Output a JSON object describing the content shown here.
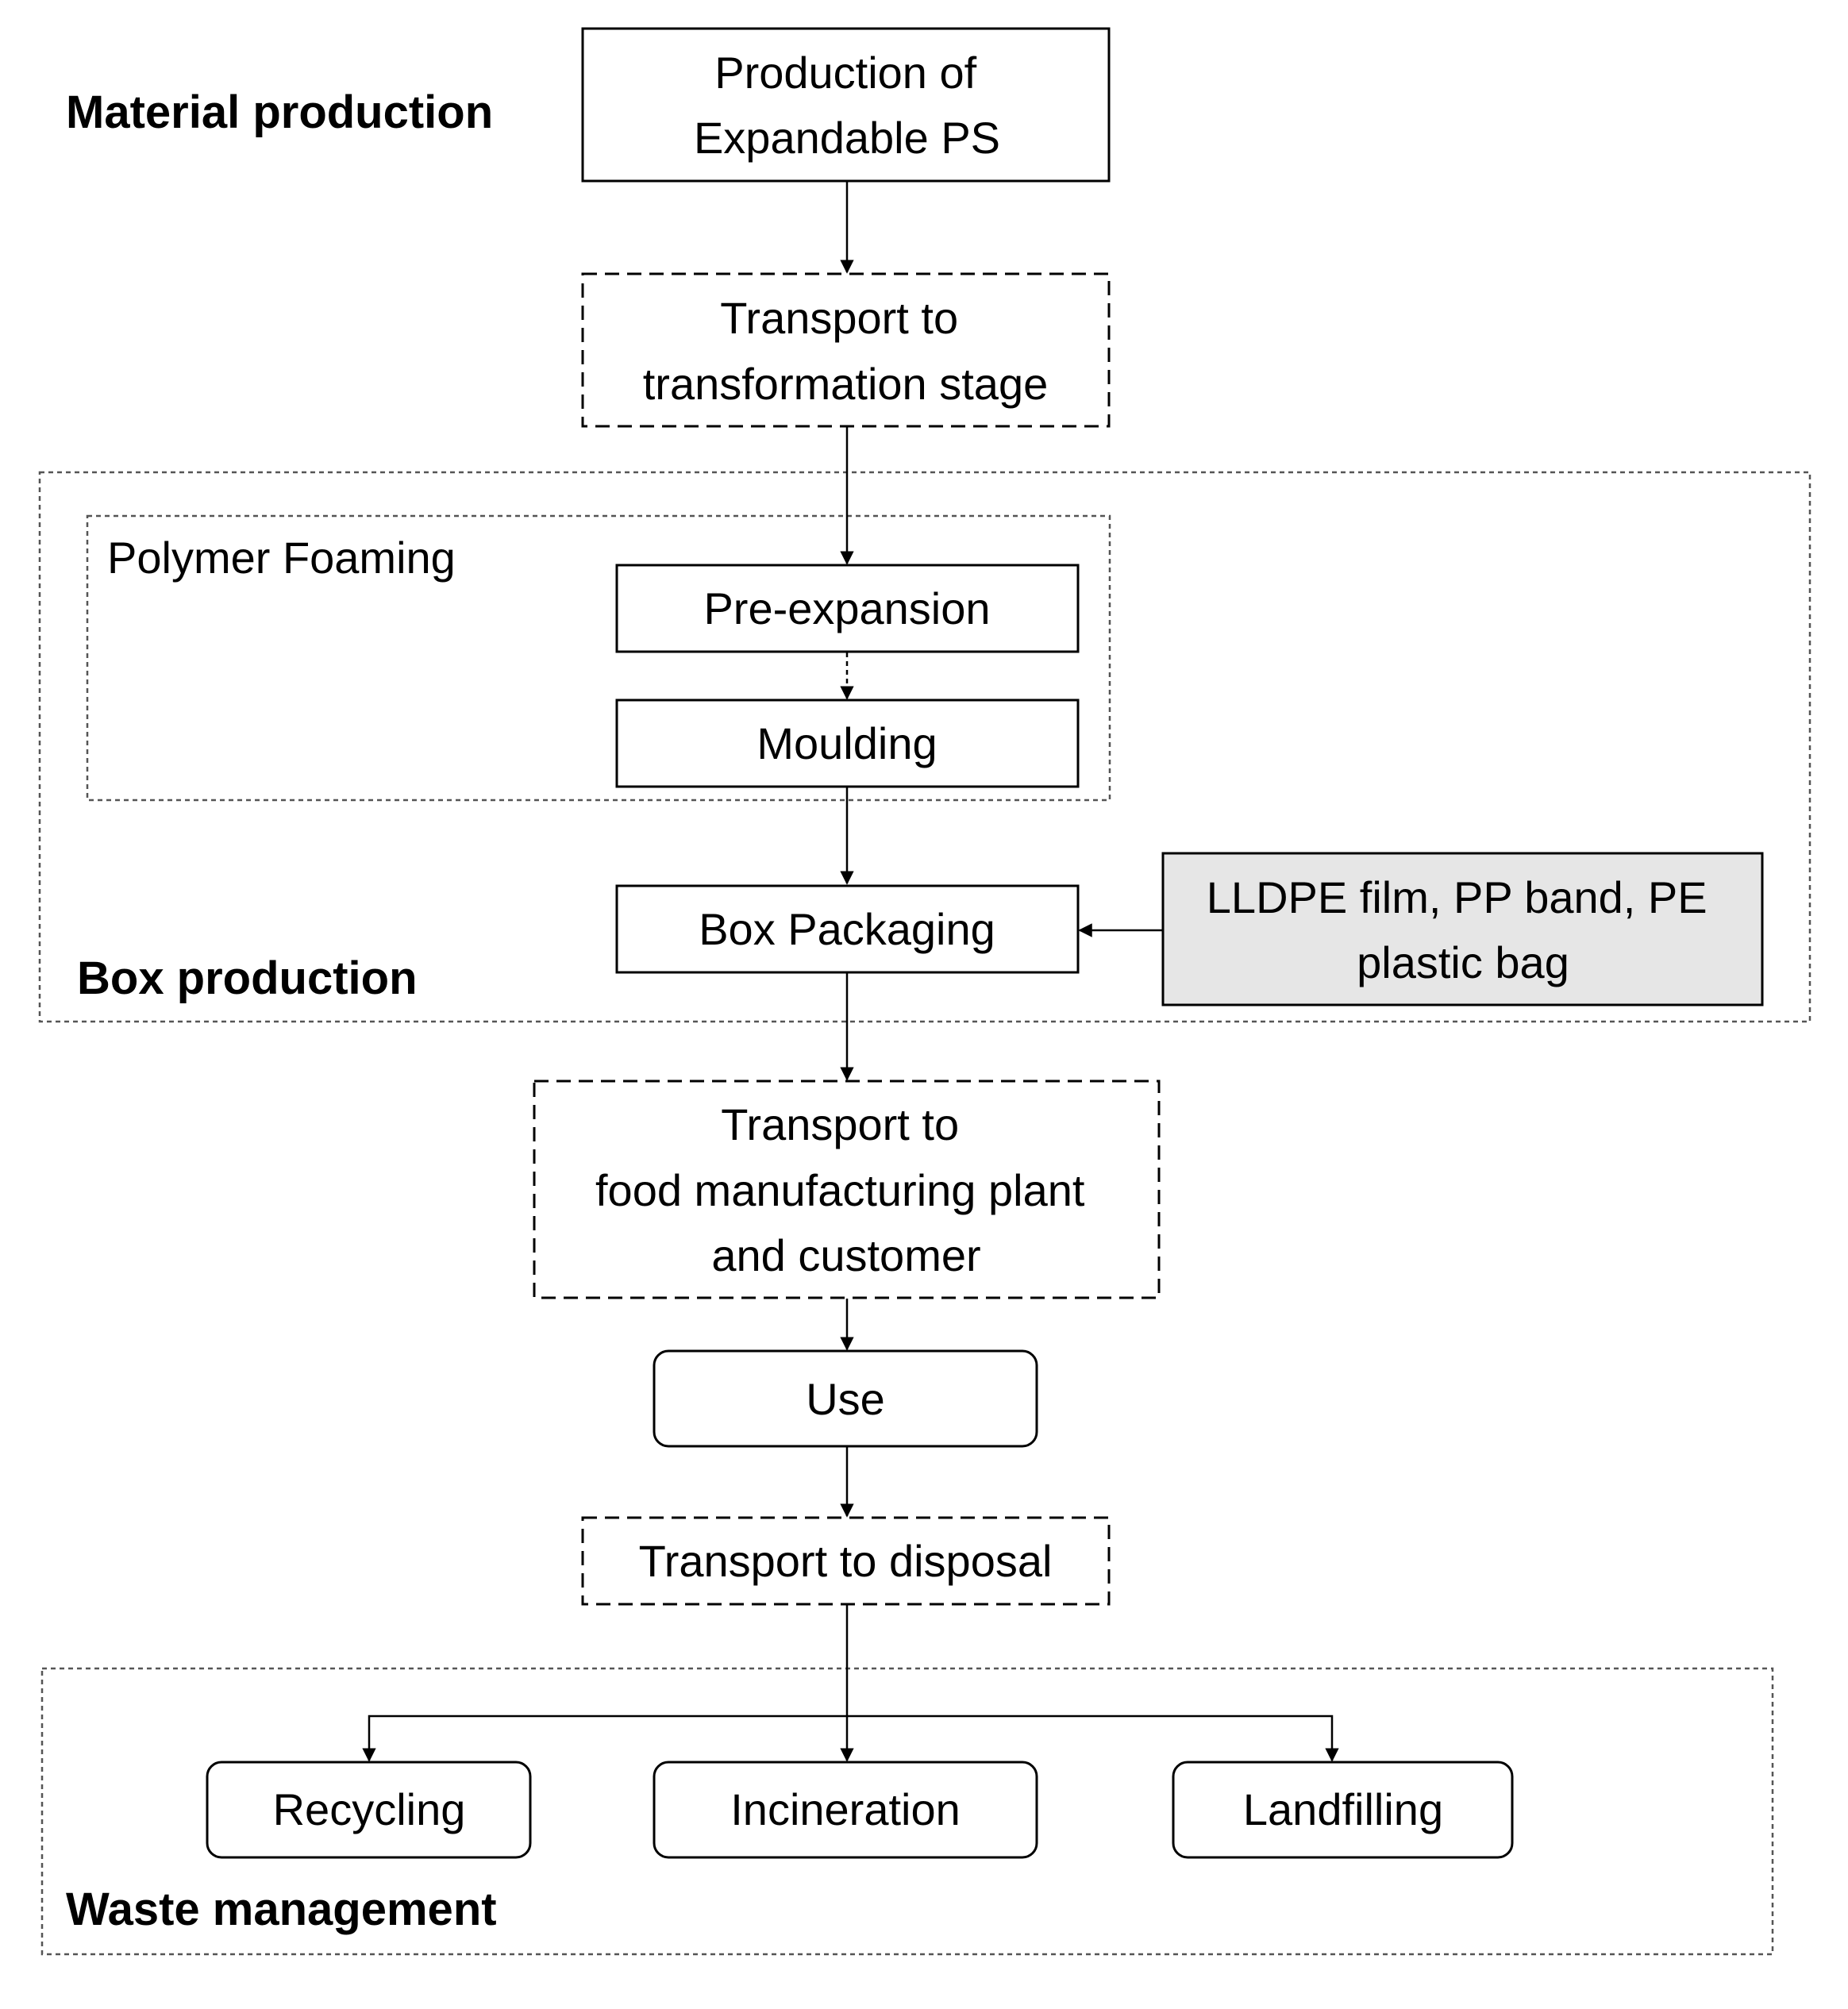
{
  "sections": {
    "material": "Material production",
    "foaming": "Polymer Foaming",
    "box": "Box production",
    "waste": "Waste management"
  },
  "nodes": {
    "production": [
      "Production of",
      "Expandable PS"
    ],
    "transport_transformation": [
      "Transport to",
      "transformation stage"
    ],
    "pre_expansion": "Pre-expansion",
    "moulding": "Moulding",
    "box_packaging": "Box Packaging",
    "packaging_inputs": [
      "LLDPE film, PP band, PE",
      "plastic bag"
    ],
    "transport_food": [
      "Transport to",
      "food manufacturing plant",
      "and customer"
    ],
    "use": "Use",
    "transport_disposal": "Transport to disposal",
    "recycling": "Recycling",
    "incineration": "Incineration",
    "landfilling": "Landfilling"
  },
  "colors": {
    "input_box_fill": "#e6e6e6"
  }
}
